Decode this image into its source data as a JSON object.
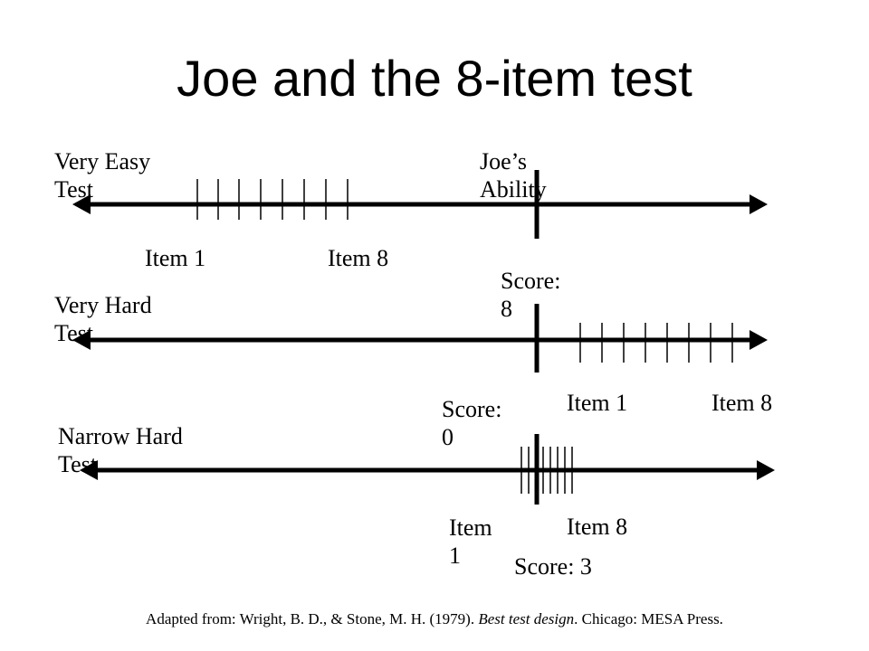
{
  "slide": {
    "title": "Joe and the 8-item test",
    "rows": [
      {
        "test_label_line1": "Very Easy",
        "test_label_line2": "Test",
        "item_start_label": "Item 1",
        "item_end_label": "Item 8"
      },
      {
        "test_label_line1": "Very Hard",
        "test_label_line2": "Test",
        "item_start_label": "Item 1",
        "item_end_label": "Item 8"
      },
      {
        "test_label_line1": "Narrow Hard",
        "test_label_line2": "Test",
        "item_start_label_line1": "Item",
        "item_start_label_line2": "1",
        "item_end_label": "Item 8"
      }
    ],
    "ability_label_line1": "Joe’s",
    "ability_label_line2": "Ability",
    "scores": {
      "easy_line1": "Score:",
      "easy_line2": "8",
      "hard_line1": "Score:",
      "hard_line2": "0",
      "narrow": "Score: 3"
    },
    "source": {
      "prefix": "Adapted from: Wright, B. D., & Stone, M. H. (1979). ",
      "book_title": "Best test design",
      "suffix": ". Chicago: MESA Press."
    },
    "colors": {
      "line": "#000000",
      "background": "#ffffff"
    }
  }
}
